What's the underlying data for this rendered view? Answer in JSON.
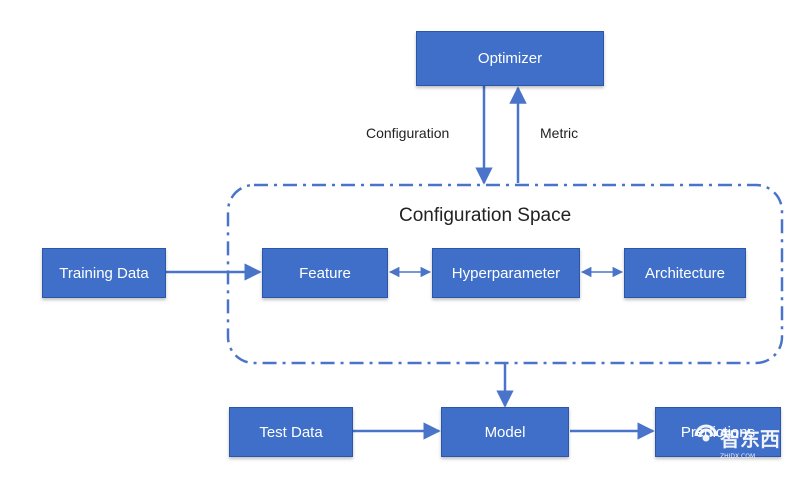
{
  "diagram": {
    "config_space_title": "Configuration Space",
    "nodes": {
      "optimizer": "Optimizer",
      "training_data": "Training Data",
      "feature": "Feature",
      "hyperparameter": "Hyperparameter",
      "architecture": "Architecture",
      "test_data": "Test Data",
      "model": "Model",
      "predictions": "Predictions"
    },
    "edge_labels": {
      "configuration": "Configuration",
      "metric": "Metric"
    },
    "watermark": "智东西"
  },
  "colors": {
    "node_fill": "#3f6fc9",
    "line": "#4a74c9",
    "text": "#222222"
  }
}
